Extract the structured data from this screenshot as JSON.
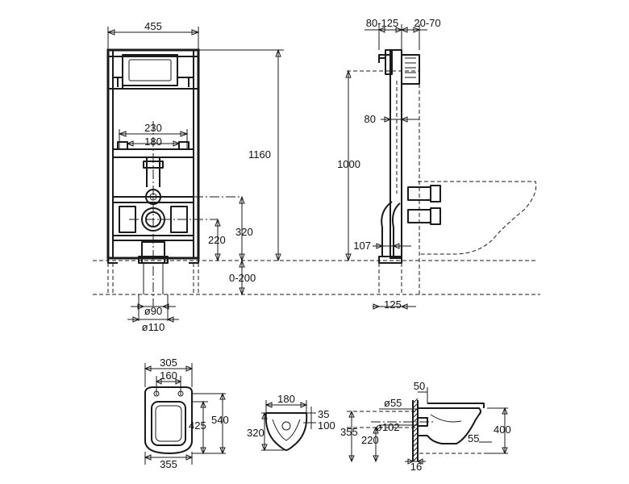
{
  "front_view": {
    "width": "455",
    "height": "1160",
    "outer_bolt_spacing": "230",
    "inner_bolt_spacing": "180",
    "drain_height_upper": "320",
    "drain_height_lower": "220",
    "floor_adjust": "0-200",
    "pipe_inner": "ø90",
    "pipe_outer": "ø110"
  },
  "side_view": {
    "depth_range": "80-125",
    "wall_gap": "20-70",
    "dim_80": "80",
    "height_1000": "1000",
    "dim_107": "107",
    "dim_125": "125"
  },
  "bowl_top_view": {
    "outer_width": "305",
    "bolt_spacing": "160",
    "bottom_width": "355",
    "dim_425": "425",
    "dim_540": "540"
  },
  "bowl_front_view": {
    "width": "180",
    "dim_35": "35",
    "dim_100": "100",
    "height": "320"
  },
  "bowl_side_view": {
    "dim_50": "50",
    "inlet": "ø55",
    "outlet": "ø102",
    "height_355": "355",
    "height_220": "220",
    "dim_55": "55",
    "height_400": "400",
    "wall": "16"
  }
}
